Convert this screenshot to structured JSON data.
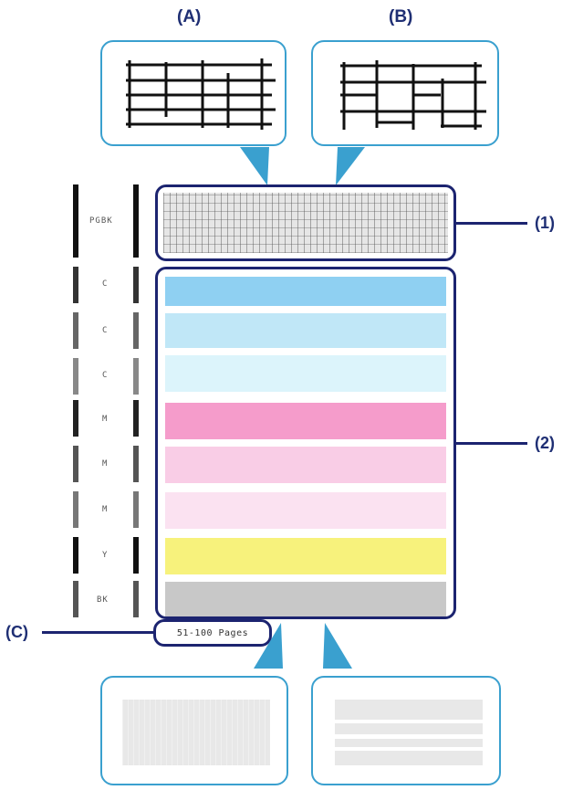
{
  "callouts": {
    "a_label": "(A)",
    "b_label": "(B)",
    "c_label": "(C)",
    "n1_label": "(1)",
    "n2_label": "(2)"
  },
  "color_labels": [
    "PGBK",
    "C",
    "C",
    "C",
    "M",
    "M",
    "M",
    "Y",
    "BK"
  ],
  "pages_text": "51-100 Pages",
  "colors": {
    "accent_navy": "#1c2470",
    "callout_blue": "#3aa0cf",
    "cyan_1": "#8fd0f2",
    "cyan_2": "#c0e7f7",
    "cyan_3": "#dcf4fb",
    "magenta_1": "#f59ccb",
    "magenta_2": "#f9cde6",
    "magenta_3": "#fbe2f1",
    "yellow": "#f7f27c",
    "black_gray": "#c8c8c8"
  }
}
